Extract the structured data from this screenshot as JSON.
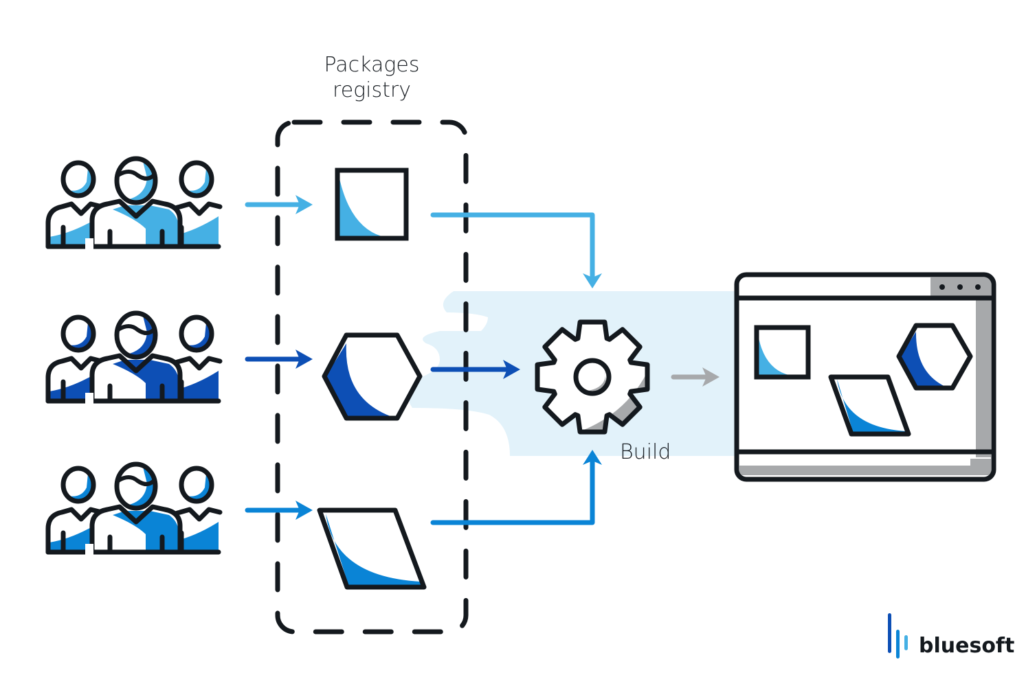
{
  "diagram": {
    "title_line1": "Packages",
    "title_line2": "registry",
    "build_label": "Build",
    "logo_text": "bluesoft",
    "teams": [
      {
        "name": "team-top",
        "color": "#45b0e4"
      },
      {
        "name": "team-middle",
        "color": "#0d4fb5"
      },
      {
        "name": "team-bottom",
        "color": "#0a84d6"
      }
    ],
    "packages": [
      {
        "shape": "square",
        "color": "#45b0e4"
      },
      {
        "shape": "hexagon",
        "color": "#0d4fb5"
      },
      {
        "shape": "parallelogram",
        "color": "#0a84d6"
      }
    ],
    "output": {
      "label": "application-window"
    },
    "colors": {
      "outline": "#14191e",
      "light_blue": "#45b0e4",
      "dark_blue": "#0d4fb5",
      "mid_blue": "#0a84d6",
      "gray": "#a7a9ab",
      "background_band": "#e2f2fa"
    }
  }
}
